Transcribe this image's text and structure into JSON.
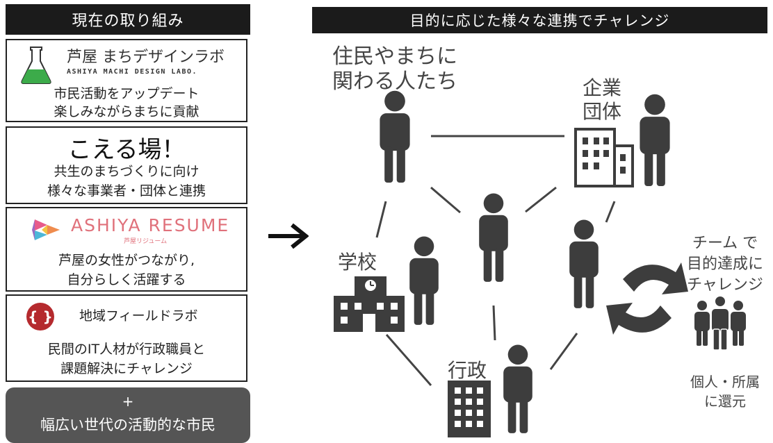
{
  "left_panel": {
    "header": "現在の取り組み",
    "cards": [
      {
        "logo_name": "芦屋 まちデザインラボ",
        "logo_sub": "ASHIYA MACHI DESIGN LABO.",
        "lines": [
          "市民活動をアップデート",
          "楽しみながらまちに貢献"
        ]
      },
      {
        "headline": "こえる場！",
        "lines": [
          "共生のまちづくりに向け",
          "様々な事業者・団体と連携"
        ]
      },
      {
        "logo_name": "ASHIYA RESUME",
        "logo_sub": "芦屋リジューム",
        "lines": [
          "芦屋の女性がつながり,",
          "自分らしく活躍する"
        ]
      },
      {
        "logo_mark": "{ }",
        "logo_name": "地域フィールドラボ",
        "lines": [
          "民間のIT人材が行政職員と",
          "課題解決にチャレンジ"
        ]
      }
    ],
    "plus": {
      "sign": "+",
      "text": "幅広い世代の活動的な市民"
    }
  },
  "right_panel": {
    "header": "目的に応じた様々な連携でチャレンジ",
    "labels": {
      "residents_line1": "住民やまちに",
      "residents_line2": "関わる人たち",
      "company_line1": "企業",
      "company_line2": "団体",
      "school": "学校",
      "government": "行政",
      "team_line1": "チーム で",
      "team_line2": "目的達成に",
      "team_line3": "チャレンジ",
      "return_line1": "個人・所属",
      "return_line2": "に還元"
    }
  },
  "colors": {
    "dark": "#1b1b1b",
    "icon_gray": "#3d3d3d",
    "pink": "#e0717b",
    "green": "#3cab4a",
    "red": "#b52a2e",
    "pill_gray": "#555555"
  },
  "icons": [
    "flask-icon",
    "resume-prism-icon",
    "field-lab-icon",
    "arrow-right-icon",
    "person-icon",
    "building-icon",
    "school-icon",
    "government-building-icon",
    "cycle-arrows-icon",
    "group-icon"
  ]
}
